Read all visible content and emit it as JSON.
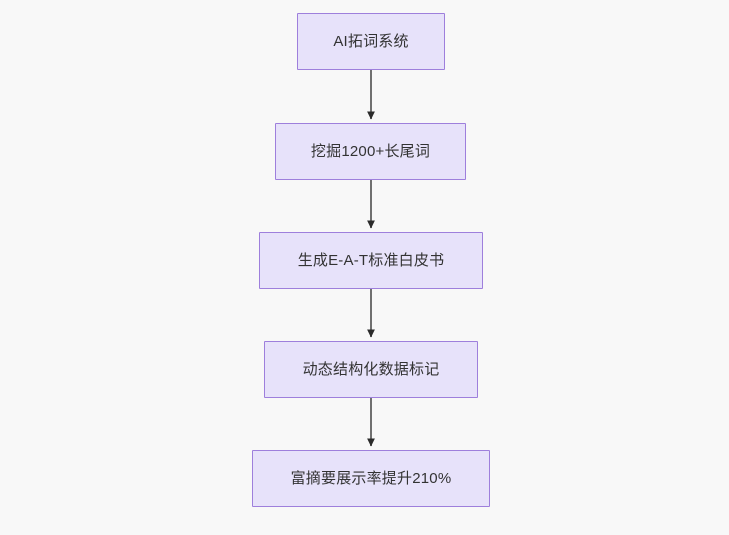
{
  "diagram": {
    "type": "flowchart",
    "direction": "top-to-bottom",
    "background_color": "#f8f8f8",
    "node_fill_color": "#e7e2fa",
    "node_border_color": "#9e7fdc",
    "node_text_color": "#333333",
    "edge_color": "#707070",
    "arrowhead_color": "#2b2b2b",
    "nodes": [
      {
        "id": "n1",
        "label": "AI拓词系统"
      },
      {
        "id": "n2",
        "label": "挖掘1200+长尾词"
      },
      {
        "id": "n3",
        "label": "生成E-A-T标准白皮书"
      },
      {
        "id": "n4",
        "label": "动态结构化数据标记"
      },
      {
        "id": "n5",
        "label": "富摘要展示率提升210%"
      }
    ],
    "edges": [
      {
        "from": "n1",
        "to": "n2",
        "label": ""
      },
      {
        "from": "n2",
        "to": "n3",
        "label": ""
      },
      {
        "from": "n3",
        "to": "n4",
        "label": ""
      },
      {
        "from": "n4",
        "to": "n5",
        "label": ""
      }
    ]
  }
}
